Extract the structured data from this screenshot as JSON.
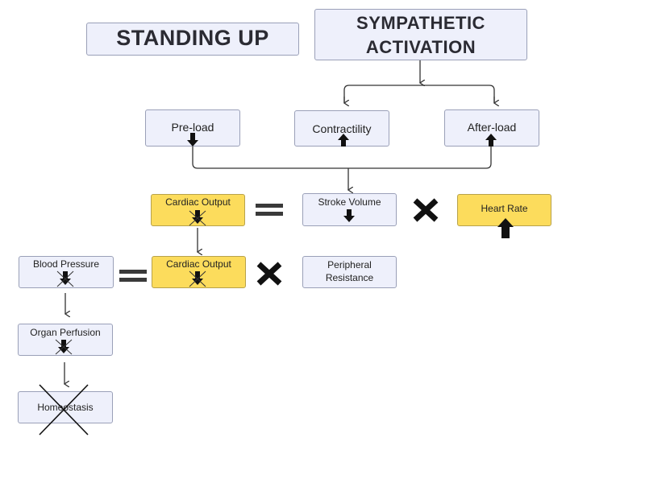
{
  "title": "STANDING UP",
  "sympathetic": {
    "line1": "SYMPATHETIC",
    "line2": "ACTIVATION"
  },
  "preload": "Pre-load",
  "contractility": "Contractility",
  "afterload": "After-load",
  "cardiac_output_1": "Cardiac Output",
  "stroke_volume": "Stroke Volume",
  "heart_rate": "Heart Rate",
  "blood_pressure": "Blood Pressure",
  "cardiac_output_2": "Cardiac Output",
  "peripheral_resistance": {
    "line1": "Peripheral",
    "line2": "Resistance"
  },
  "organ_perfusion": "Organ Perfusion",
  "homeostasis": "Homeostasis",
  "colors": {
    "box_fill": "#eef0fb",
    "box_border": "#9aa0b8",
    "highlight": "#fcdc5c"
  }
}
